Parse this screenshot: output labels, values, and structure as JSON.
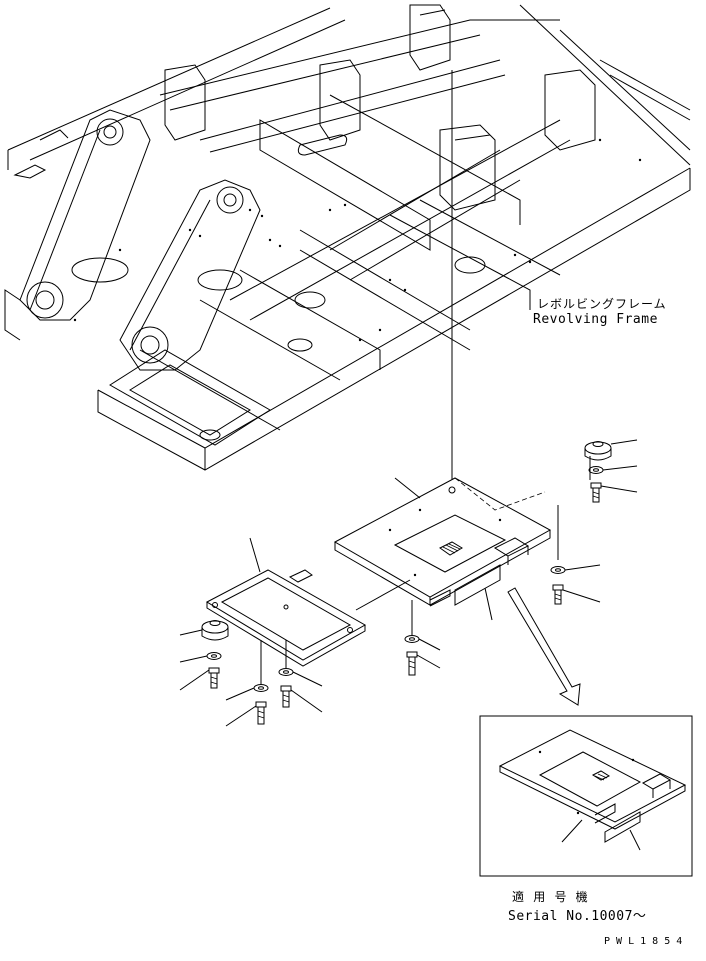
{
  "frame_label": {
    "japanese": "レボルビングフレーム",
    "english": "Revolving Frame"
  },
  "serial_label": {
    "japanese": "適 用 号 機",
    "english": "Serial No.10007～"
  },
  "drawing_code": "P W L 1 8 5 4"
}
